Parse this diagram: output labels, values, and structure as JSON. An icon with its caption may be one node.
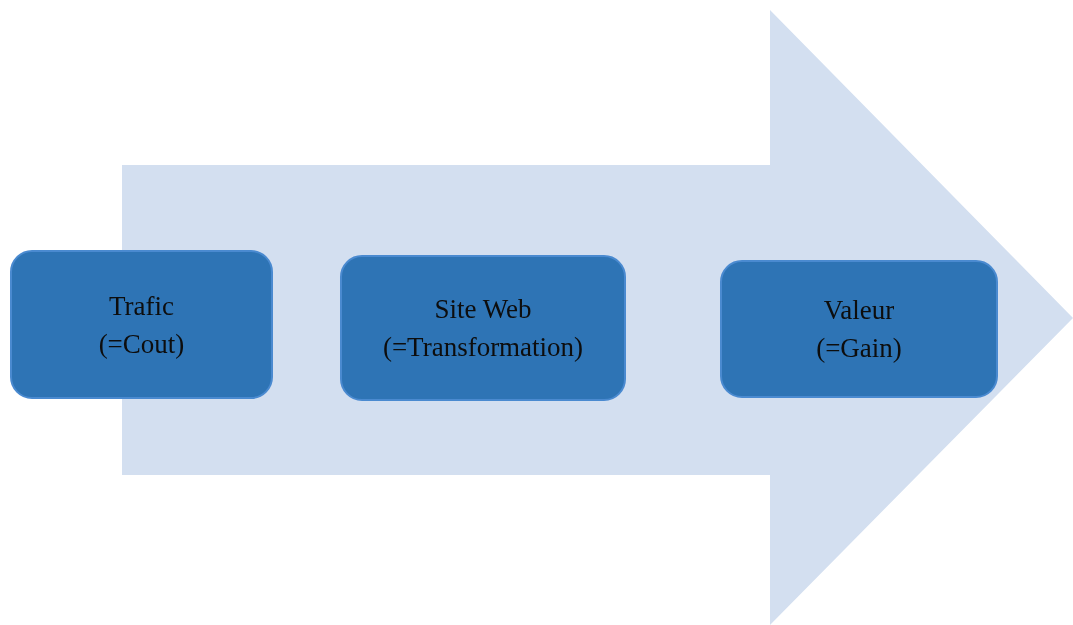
{
  "diagram": {
    "nodes": [
      {
        "text": [],
        "shape": "arrow"
      },
      {
        "text": [
          "Trafic",
          "(=Cout)"
        ]
      },
      {
        "text": [
          "Site Web",
          "(=Transformation)"
        ],
        "in": 0
      },
      {
        "text": [
          "Valeur",
          "(=Gain)"
        ],
        "in": 0
      }
    ]
  }
}
